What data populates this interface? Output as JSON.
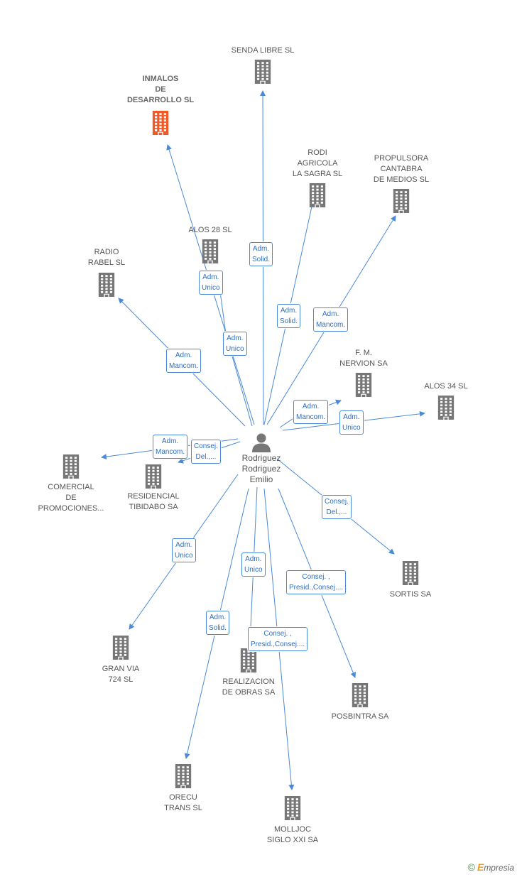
{
  "colors": {
    "edge": "#4a8ad8",
    "building": "#777777",
    "highlight": "#f05a28",
    "person": "#777777"
  },
  "person": {
    "lines": [
      "Rodriguez",
      "Rodriguez",
      "Emilio"
    ],
    "icon": "person-icon"
  },
  "nodes": [
    {
      "id": "senda",
      "lines": [
        "SENDA LIBRE SL"
      ],
      "highlight": false
    },
    {
      "id": "inmalos",
      "lines": [
        "INMALOS",
        "DE",
        "DESARROLLO SL"
      ],
      "highlight": true
    },
    {
      "id": "rodi",
      "lines": [
        "RODI",
        "AGRICOLA",
        "LA SAGRA SL"
      ],
      "highlight": false
    },
    {
      "id": "propulsora",
      "lines": [
        "PROPULSORA",
        "CANTABRA",
        "DE MEDIOS SL"
      ],
      "highlight": false
    },
    {
      "id": "alos28",
      "lines": [
        "ALOS 28 SL"
      ],
      "highlight": false
    },
    {
      "id": "radio",
      "lines": [
        "RADIO",
        "RABEL SL"
      ],
      "highlight": false
    },
    {
      "id": "fm",
      "lines": [
        "F. M.",
        "NERVION SA"
      ],
      "highlight": false
    },
    {
      "id": "alos34",
      "lines": [
        "ALOS 34 SL"
      ],
      "highlight": false
    },
    {
      "id": "comercial",
      "lines": [
        "COMERCIAL",
        "DE",
        "PROMOCIONES..."
      ],
      "highlight": false
    },
    {
      "id": "residencial",
      "lines": [
        "RESIDENCIAL",
        "TIBIDABO SA"
      ],
      "highlight": false
    },
    {
      "id": "sortis",
      "lines": [
        "SORTIS SA"
      ],
      "highlight": false
    },
    {
      "id": "granvia",
      "lines": [
        "GRAN VIA",
        "724 SL"
      ],
      "highlight": false
    },
    {
      "id": "realizacion",
      "lines": [
        "REALIZACION",
        "DE OBRAS SA"
      ],
      "highlight": false
    },
    {
      "id": "posbintra",
      "lines": [
        "POSBINTRA SA"
      ],
      "highlight": false
    },
    {
      "id": "orecu",
      "lines": [
        "ORECU",
        "TRANS SL"
      ],
      "highlight": false
    },
    {
      "id": "molljoc",
      "lines": [
        "MOLLJOC",
        "SIGLO XXI SA"
      ],
      "highlight": false
    }
  ],
  "relations": [
    {
      "target": "inmalos",
      "lines": [
        "Adm.",
        "Unico"
      ]
    },
    {
      "target": "senda",
      "lines": [
        "Adm.",
        "Solid."
      ]
    },
    {
      "target": "rodi",
      "lines": [
        "Adm.",
        "Solid."
      ]
    },
    {
      "target": "propulsora",
      "lines": [
        "Adm.",
        "Mancom."
      ]
    },
    {
      "target": "alos28",
      "lines": [
        "Adm.",
        "Unico"
      ]
    },
    {
      "target": "radio",
      "lines": [
        "Adm.",
        "Mancom."
      ]
    },
    {
      "target": "fm",
      "lines": [
        "Adm.",
        "Mancom."
      ]
    },
    {
      "target": "alos34",
      "lines": [
        "Adm.",
        "Unico"
      ]
    },
    {
      "target": "comercial",
      "lines": [
        "Adm.",
        "Mancom."
      ]
    },
    {
      "target": "residencial",
      "lines": [
        "Consej.",
        "Del.,..."
      ]
    },
    {
      "target": "sortis",
      "lines": [
        "Consej.",
        "Del.,..."
      ]
    },
    {
      "target": "granvia",
      "lines": [
        "Adm.",
        "Unico"
      ]
    },
    {
      "target": "realizacion",
      "lines": [
        "Adm.",
        "Unico"
      ]
    },
    {
      "target": "posbintra",
      "lines": [
        "Consej. ,",
        "Presid.,Consej...."
      ]
    },
    {
      "target": "orecu",
      "lines": [
        "Adm.",
        "Solid."
      ]
    },
    {
      "target": "molljoc",
      "lines": [
        "Consej. ,",
        "Presid.,Consej...."
      ]
    }
  ],
  "footer": {
    "copyright": "©",
    "brand_initial": "E",
    "brand_rest": "mpresia"
  }
}
